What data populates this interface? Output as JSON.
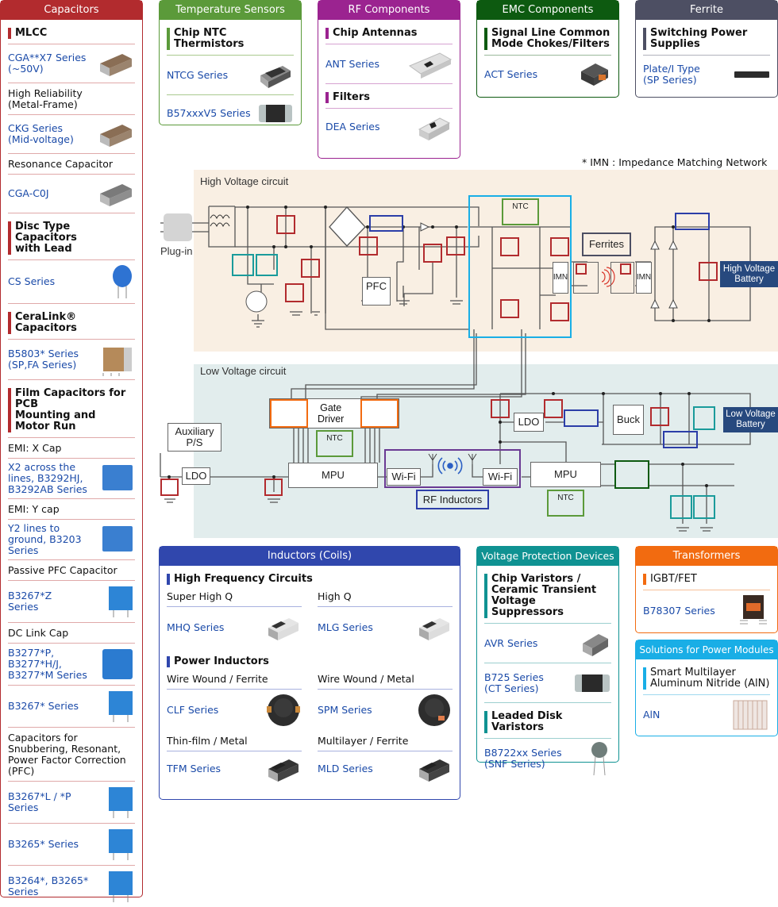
{
  "colors": {
    "capacitors": "#b22b2e",
    "temperature": "#5b9a3a",
    "rf": "#9b2390",
    "emc": "#0d5a10",
    "ferrite": "#4d4f63",
    "inductors": "#3047ad",
    "voltage_protection": "#0f9292",
    "transformers": "#f26b10",
    "power_modules": "#19aee6",
    "link": "#1a4aa8",
    "hv_bg": "#f9efe3",
    "lv_bg": "#e2eded",
    "battery": "#27497e"
  },
  "capacitors": {
    "title": "Capacitors",
    "sections": [
      {
        "title": "MLCC",
        "groups": [
          {
            "sub": "",
            "items": [
              {
                "label": "CGA**X7 Series\n(~50V)"
              }
            ]
          },
          {
            "sub": "High Reliability\n(Metal-Frame)",
            "items": [
              {
                "label": "CKG Series\n(Mid-voltage)"
              }
            ]
          },
          {
            "sub": "Resonance Capacitor",
            "items": [
              {
                "label": "CGA-C0J"
              }
            ]
          }
        ]
      },
      {
        "title": "Disc Type Capacitors\nwith Lead",
        "groups": [
          {
            "sub": "",
            "items": [
              {
                "label": "CS Series"
              }
            ]
          }
        ]
      },
      {
        "title": "CeraLink® Capacitors",
        "groups": [
          {
            "sub": "",
            "items": [
              {
                "label": "B5803* Series\n(SP,FA Series)"
              }
            ]
          }
        ]
      },
      {
        "title": "Film Capacitors for PCB\nMounting and\nMotor Run",
        "groups": [
          {
            "sub": "EMI: X Cap",
            "items": [
              {
                "label": "X2  across the\nlines, B3292HJ,\nB3292AB Series"
              }
            ]
          },
          {
            "sub": "EMI: Y cap",
            "items": [
              {
                "label": "Y2 lines to\nground, B3203\nSeries"
              }
            ]
          },
          {
            "sub": "Passive PFC Capacitor",
            "items": [
              {
                "label": "B3267*Z\nSeries"
              }
            ]
          },
          {
            "sub": "DC Link Cap",
            "items": [
              {
                "label": "B3277*P,\nB3277*H/J,\nB3277*M Series"
              },
              {
                "label": "B3267* Series"
              }
            ]
          },
          {
            "sub": "Capacitors for\nSnubbering, Resonant,\nPower Factor Correction\n(PFC)",
            "items": [
              {
                "label": "B3267*L / *P\nSeries"
              },
              {
                "label": "B3265* Series"
              },
              {
                "label": "B3264*, B3265*\nSeries"
              }
            ]
          }
        ]
      }
    ]
  },
  "temperature": {
    "title": "Temperature Sensors",
    "section": "Chip NTC Thermistors",
    "items": [
      "NTCG Series",
      "B57xxxV5 Series"
    ]
  },
  "rf": {
    "title": "RF Components",
    "sections": [
      {
        "title": "Chip Antennas",
        "items": [
          "ANT Series"
        ]
      },
      {
        "title": "Filters",
        "items": [
          "DEA Series"
        ]
      }
    ]
  },
  "emc": {
    "title": "EMC Components",
    "section": "Signal Line Common\nMode Chokes/Filters",
    "items": [
      "ACT Series"
    ]
  },
  "ferrite": {
    "title": "Ferrite",
    "section": "Switching Power\nSupplies",
    "items": [
      "Plate/I Type\n(SP Series)"
    ]
  },
  "note": "* IMN  : Impedance Matching Network",
  "circuit": {
    "hv_title": "High Voltage circuit",
    "lv_title": "Low Voltage circuit",
    "plug_in": "Plug-in",
    "pfc": "PFC",
    "ntc": "NTC",
    "ferrites": "Ferrites",
    "imn": "IMN",
    "hv_battery": "High Voltage\nBattery",
    "lv_battery": "Low Voltage\nBattery",
    "aux_ps": "Auxiliary\nP/S",
    "ldo": "LDO",
    "gate_driver": "Gate\nDriver",
    "mpu": "MPU",
    "wifi": "Wi-Fi",
    "rf_inductors": "RF Inductors",
    "buck": "Buck"
  },
  "inductors": {
    "title": "Inductors (Coils)",
    "sections": [
      {
        "title": "High Frequency Circuits",
        "cols": [
          {
            "sub": "Super High Q",
            "item": "MHQ Series"
          },
          {
            "sub": "High Q",
            "item": "MLG Series"
          }
        ]
      },
      {
        "title": "Power Inductors",
        "cols": [
          {
            "sub": "Wire Wound / Ferrite",
            "item": "CLF Series"
          },
          {
            "sub": "Wire Wound / Metal",
            "item": "SPM Series"
          }
        ]
      },
      {
        "title": "",
        "cols": [
          {
            "sub": "Thin-film / Metal",
            "item": "TFM Series"
          },
          {
            "sub": "Multilayer / Ferrite",
            "item": "MLD Series"
          }
        ]
      }
    ]
  },
  "voltage_protection": {
    "title": "Voltage Protection Devices",
    "sections": [
      {
        "title": "Chip Varistors /\nCeramic Transient\nVoltage Suppressors",
        "items": [
          "AVR Series",
          "B725 Series\n(CT Series)"
        ]
      },
      {
        "title": "Leaded Disk Varistors",
        "items": [
          "B8722xx Series\n(SNF Series)"
        ]
      }
    ]
  },
  "transformers": {
    "title": "Transformers",
    "section": "IGBT/FET",
    "items": [
      "B78307 Series"
    ]
  },
  "power_modules": {
    "title": "Solutions for Power Modules",
    "section": "Smart Multilayer\nAluminum Nitride (AlN)",
    "items": [
      "AlN"
    ]
  }
}
